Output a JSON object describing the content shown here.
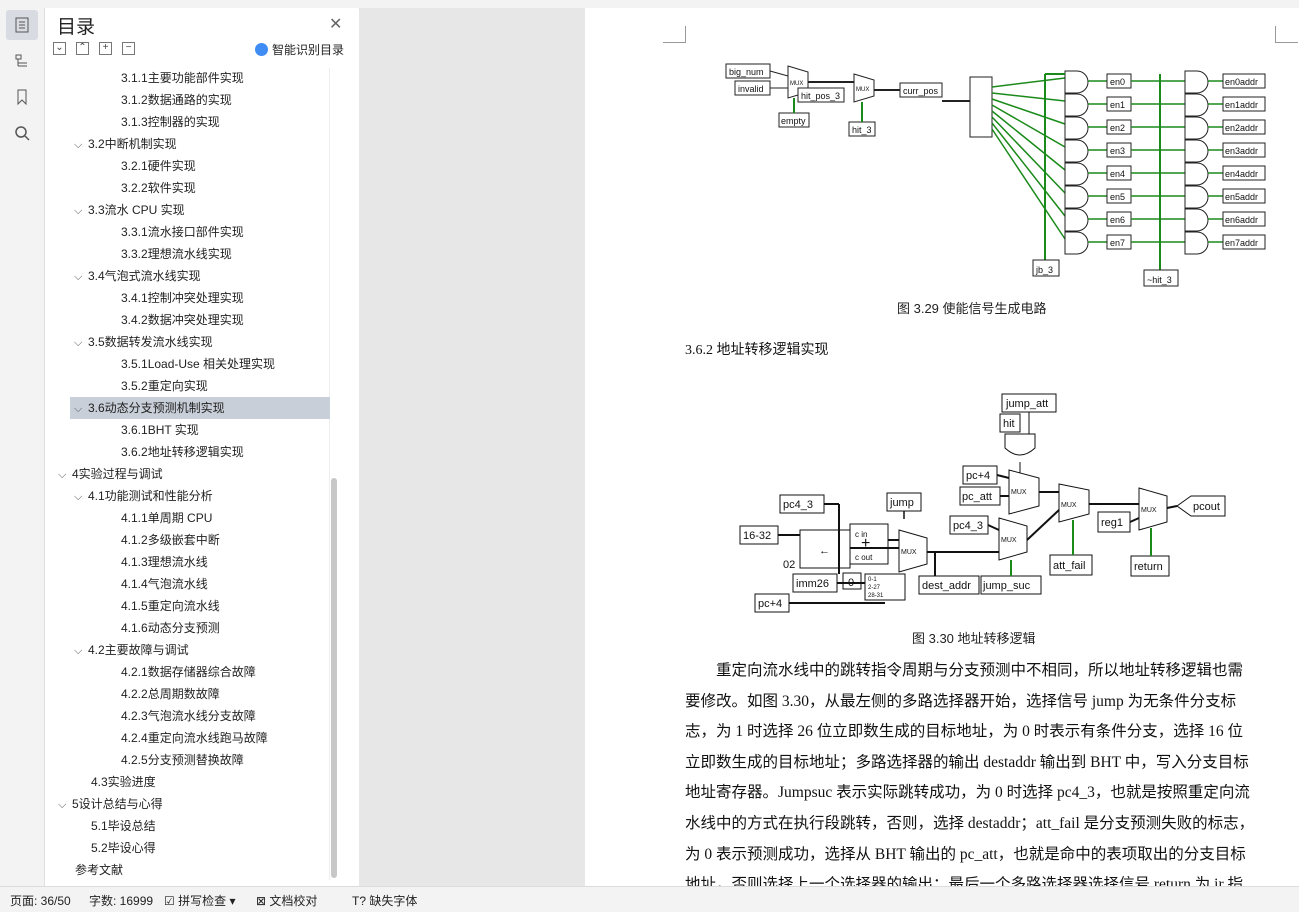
{
  "nav": {
    "title": "目录",
    "smart_label": "智能识别目录",
    "items": [
      {
        "text": "3.1.1主要功能部件实现",
        "level": 3
      },
      {
        "text": "3.1.2数据通路的实现",
        "level": 3
      },
      {
        "text": "3.1.3控制器的实现",
        "level": 3
      },
      {
        "text": "3.2中断机制实现",
        "level": 2
      },
      {
        "text": "3.2.1硬件实现",
        "level": 3
      },
      {
        "text": "3.2.2软件实现",
        "level": 3
      },
      {
        "text": "3.3流水 CPU 实现",
        "level": 2
      },
      {
        "text": "3.3.1流水接口部件实现",
        "level": 3
      },
      {
        "text": "3.3.2理想流水线实现",
        "level": 3
      },
      {
        "text": "3.4气泡式流水线实现",
        "level": 2
      },
      {
        "text": "3.4.1控制冲突处理实现",
        "level": 3
      },
      {
        "text": "3.4.2数据冲突处理实现",
        "level": 3
      },
      {
        "text": "3.5数据转发流水线实现",
        "level": 2
      },
      {
        "text": "3.5.1Load-Use 相关处理实现",
        "level": 3
      },
      {
        "text": "3.5.2重定向实现",
        "level": 3
      },
      {
        "text": "3.6动态分支预测机制实现",
        "level": 2
      },
      {
        "text": "3.6.1BHT 实现",
        "level": 3
      },
      {
        "text": "3.6.2地址转移逻辑实现",
        "level": 3
      },
      {
        "text": "4实验过程与调试",
        "level": 1
      },
      {
        "text": "4.1功能测试和性能分析",
        "level": 2
      },
      {
        "text": "4.1.1单周期 CPU",
        "level": 3
      },
      {
        "text": "4.1.2多级嵌套中断",
        "level": 3
      },
      {
        "text": "4.1.3理想流水线",
        "level": 3
      },
      {
        "text": "4.1.4气泡流水线",
        "level": 3
      },
      {
        "text": "4.1.5重定向流水线",
        "level": 3
      },
      {
        "text": "4.1.6动态分支预测",
        "level": 3
      },
      {
        "text": "4.2主要故障与调试",
        "level": 2
      },
      {
        "text": "4.2.1数据存储器综合故障",
        "level": 3
      },
      {
        "text": "4.2.2总周期数故障",
        "level": 3
      },
      {
        "text": "4.2.3气泡流水线分支故障",
        "level": 3
      },
      {
        "text": "4.2.4重定向流水线跑马故障",
        "level": 3
      },
      {
        "text": "4.2.5分支预测替换故障",
        "level": 3
      },
      {
        "text": "4.3实验进度",
        "level": 2
      },
      {
        "text": "5设计总结与心得",
        "level": 1
      },
      {
        "text": "5.1毕设总结",
        "level": 2
      },
      {
        "text": "5.2毕设心得",
        "level": 2
      },
      {
        "text": "参考文献",
        "level": 1
      }
    ],
    "selected_index": 15
  },
  "doc": {
    "fig1_caption": "图  3.29  使能信号生成电路",
    "section_heading": "3.6.2    地址转移逻辑实现",
    "fig2_caption": "图  3.30  地址转移逻辑",
    "fig1": {
      "inputs": [
        "big_num",
        "invalid"
      ],
      "mux_label": "MUX",
      "empty": "empty",
      "hit_pos": "hit_pos_3",
      "hit3": "hit_3",
      "curr_pos": "curr_pos",
      "en": [
        "en0",
        "en1",
        "en2",
        "en3",
        "en4",
        "en5",
        "en6",
        "en7"
      ],
      "enaddr": [
        "en0addr",
        "en1addr",
        "en2addr",
        "en3addr",
        "en4addr",
        "en5addr",
        "en6addr",
        "en7addr"
      ],
      "jb3": "jb_3",
      "nhit3": "~hit_3"
    },
    "fig2": {
      "jump_att": "jump_att",
      "hit": "hit",
      "pc4": "pc+4",
      "pc_att": "pc_att",
      "pc4_3": "pc4_3",
      "jump": "jump",
      "m1632": "16-32",
      "c02": "02",
      "imm26": "imm26",
      "pc4b": "pc+4",
      "zero": "0",
      "dest_addr": "dest_addr",
      "jump_suc": "jump_suc",
      "att_fail": "att_fail",
      "reg1": "reg1",
      "return": "return",
      "pcout": "pcout",
      "mux": "MUX",
      "cin": "c in",
      "cout": "c out",
      "plus": "+",
      "arrow": "←",
      "bits1": "0-1",
      "bits2": "2-27",
      "bits3": "28-31"
    },
    "paragraph": [
      "　　重定向流水线中的跳转指令周期与分支预测中不相同，所以地址转移逻辑也需",
      "要修改。如图 3.30，从最左侧的多路选择器开始，选择信号 jump 为无条件分支标",
      "志，为 1 时选择 26 位立即数生成的目标地址，为 0 时表示有条件分支，选择 16 位",
      "立即数生成的目标地址；多路选择器的输出 destaddr 输出到 BHT 中，写入分支目标",
      "地址寄存器。Jumpsuc 表示实际跳转成功，为 0 时选择 pc4_3，也就是按照重定向流",
      "水线中的方式在执行段跳转，否则，选择 destaddr；att_fail 是分支预测失败的标志，",
      "为 0 表示预测成功，选择从 BHT 输出的 pc_att，也就是命中的表项取出的分支目标",
      "地址，否则选择上一个选择器的输出；最后一个多路选择器选择信号 return 为 ir 指"
    ]
  },
  "status": {
    "page": "页面: 36/50",
    "words": "字数: 16999",
    "spell": "拼写检查",
    "proof": "文档校对",
    "font": "缺失字体"
  }
}
